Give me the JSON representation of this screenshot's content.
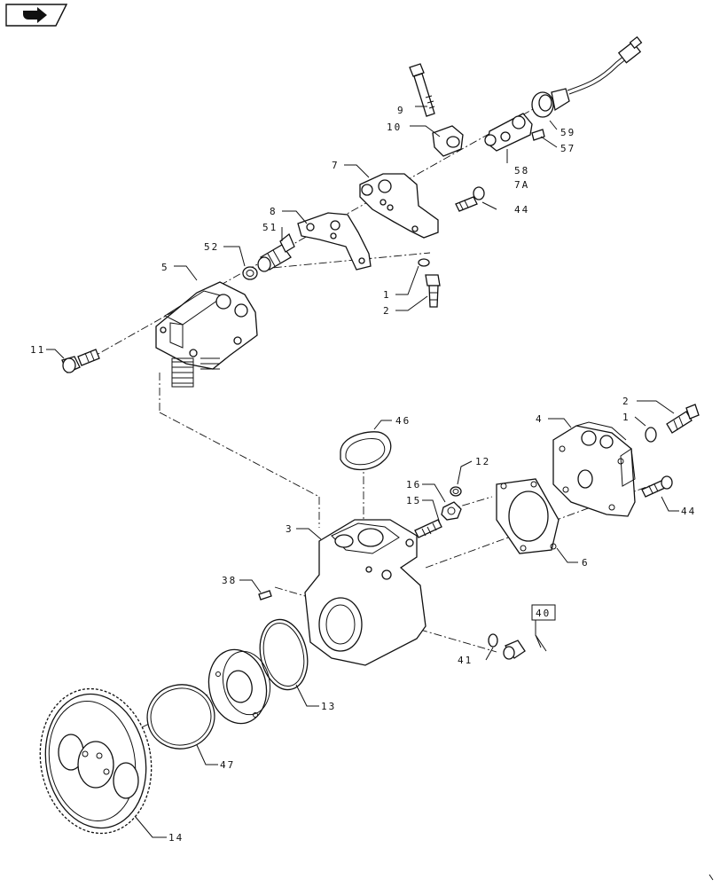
{
  "toolbar": {
    "nav_icon": "arrow-right-icon"
  },
  "callouts": [
    {
      "id": "9",
      "label": "9"
    },
    {
      "id": "10",
      "label": "10"
    },
    {
      "id": "7",
      "label": "7"
    },
    {
      "id": "58",
      "label": "58"
    },
    {
      "id": "7a",
      "label": "7A"
    },
    {
      "id": "59",
      "label": "59"
    },
    {
      "id": "57",
      "label": "57"
    },
    {
      "id": "44a",
      "label": "44"
    },
    {
      "id": "8",
      "label": "8"
    },
    {
      "id": "51",
      "label": "51"
    },
    {
      "id": "52",
      "label": "52"
    },
    {
      "id": "5",
      "label": "5"
    },
    {
      "id": "1a",
      "label": "1"
    },
    {
      "id": "2a",
      "label": "2"
    },
    {
      "id": "11",
      "label": "11"
    },
    {
      "id": "46",
      "label": "46"
    },
    {
      "id": "2b",
      "label": "2"
    },
    {
      "id": "4",
      "label": "4"
    },
    {
      "id": "1b",
      "label": "1"
    },
    {
      "id": "12",
      "label": "12"
    },
    {
      "id": "16",
      "label": "16"
    },
    {
      "id": "15",
      "label": "15"
    },
    {
      "id": "44b",
      "label": "44"
    },
    {
      "id": "3",
      "label": "3"
    },
    {
      "id": "6",
      "label": "6"
    },
    {
      "id": "38",
      "label": "38"
    },
    {
      "id": "40",
      "label": "40"
    },
    {
      "id": "41",
      "label": "41"
    },
    {
      "id": "13",
      "label": "13"
    },
    {
      "id": "47",
      "label": "47"
    },
    {
      "id": "14",
      "label": "14"
    }
  ]
}
